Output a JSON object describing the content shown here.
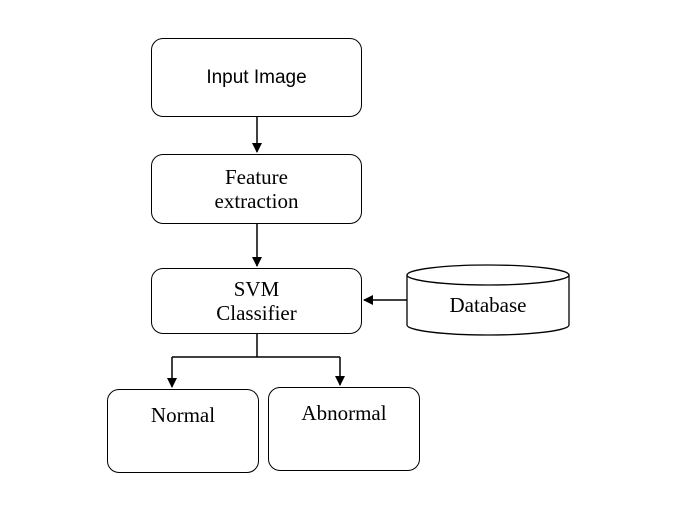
{
  "nodes": {
    "input": "Input Image",
    "feature_line1": "Feature",
    "feature_line2": "extraction",
    "svm_line1": "SVM",
    "svm_line2": "Classifier",
    "database": "Database",
    "normal": "Normal",
    "abnormal": "Abnormal"
  }
}
